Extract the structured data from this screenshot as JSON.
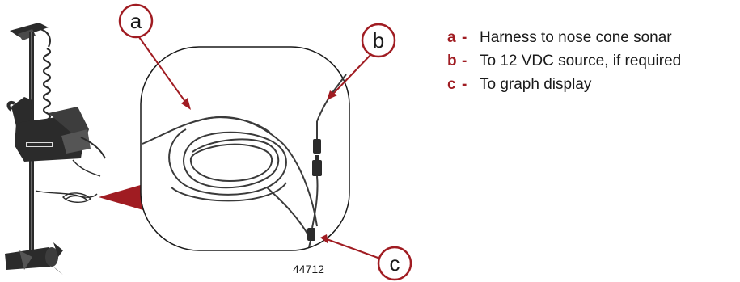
{
  "figure": {
    "number": "44712"
  },
  "callouts": [
    {
      "letter": "a",
      "description": "Harness to nose cone sonar"
    },
    {
      "letter": "b",
      "description": "To 12 VDC source, if required"
    },
    {
      "letter": "c",
      "description": "To graph display"
    }
  ],
  "colors": {
    "accent": "#a01c22",
    "text": "#1a1a1a",
    "cable": "#3a3a3a",
    "motor_body": "#2b2b2b"
  }
}
